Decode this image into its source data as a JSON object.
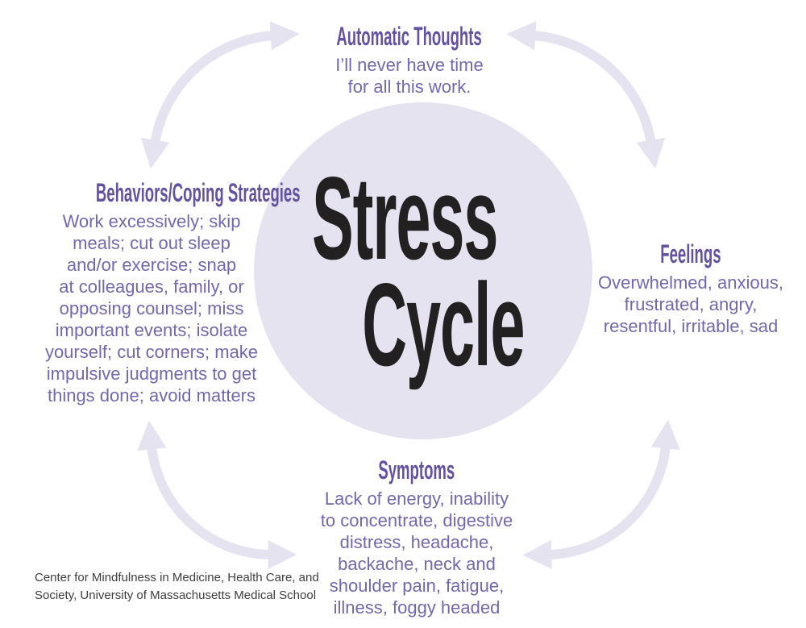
{
  "center": {
    "title_line1": "Stress",
    "title_line2": "Cycle"
  },
  "nodes": {
    "thoughts": {
      "heading": "Automatic Thoughts",
      "body": "I’ll never have time\nfor all this work."
    },
    "feelings": {
      "heading": "Feelings",
      "body": "Overwhelmed, anxious,\nfrustrated, angry,\nresentful, irritable, sad"
    },
    "symptoms": {
      "heading": "Symptoms",
      "body": "Lack of energy, inability\nto concentrate, digestive\ndistress, headache,\nbackache, neck and\nshoulder pain, fatigue,\nillness, foggy headed"
    },
    "behaviors": {
      "heading": "Behaviors/Coping Strategies",
      "body": "Work excessively; skip\nmeals; cut out sleep\nand/or exercise; snap\nat colleagues, family, or\nopposing counsel; miss\nimportant events; isolate\nyourself; cut corners; make\nimpulsive judgments to get\nthings done; avoid matters"
    }
  },
  "attribution": "Center for Mindfulness in Medicine, Health Care, and\nSociety, University of Massachusetts Medical School",
  "colors": {
    "heading-purple": "#64519f",
    "body-purple": "#7567ad",
    "circle-fill": "#e6e3f1",
    "arrow-fill": "#e6e3f1",
    "title-black": "#222020",
    "attribution-gray": "#3d3d3d",
    "page-bg": "#ffffff"
  }
}
